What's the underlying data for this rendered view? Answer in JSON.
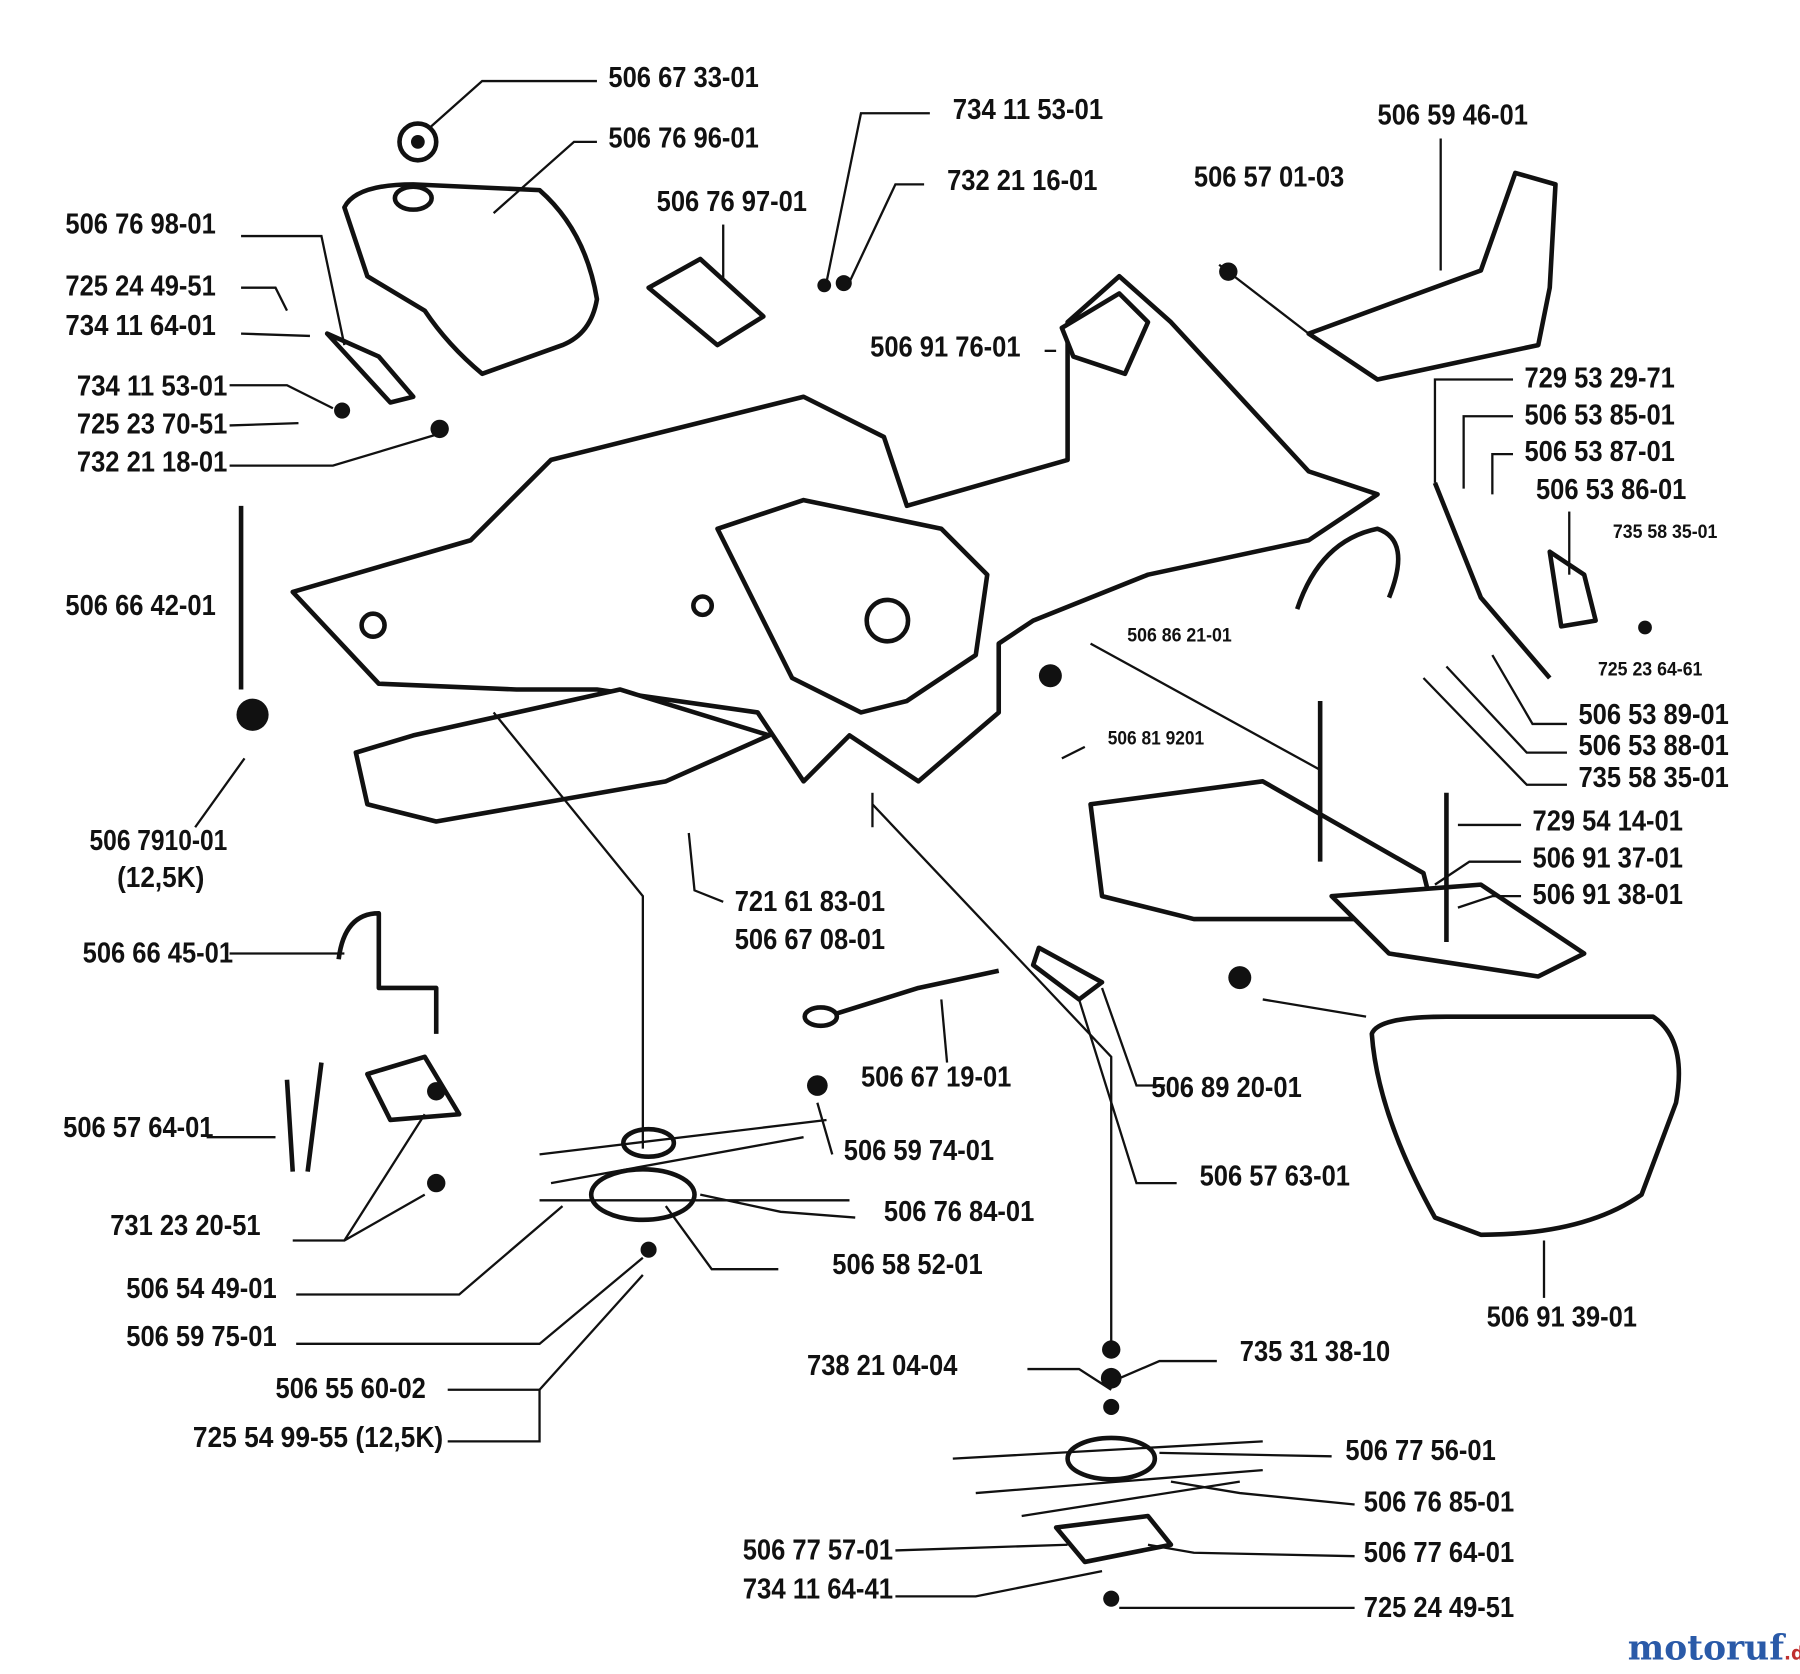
{
  "diagram": {
    "labels": [
      {
        "id": "l01",
        "text": "506 67 33-01"
      },
      {
        "id": "l02",
        "text": "506 76 96-01"
      },
      {
        "id": "l03",
        "text": "734 11 53-01"
      },
      {
        "id": "l04",
        "text": "732 21 16-01"
      },
      {
        "id": "l05",
        "text": "506 76 97-01"
      },
      {
        "id": "l06",
        "text": "506 57 01-03"
      },
      {
        "id": "l07",
        "text": "506 59 46-01"
      },
      {
        "id": "l08",
        "text": "506 76 98-01"
      },
      {
        "id": "l09",
        "text": "725 24 49-51"
      },
      {
        "id": "l10",
        "text": "734 11 64-01"
      },
      {
        "id": "l11",
        "text": "734 11 53-01"
      },
      {
        "id": "l12",
        "text": "725 23 70-51"
      },
      {
        "id": "l13",
        "text": "732 21 18-01"
      },
      {
        "id": "l14",
        "text": "506 91 76-01"
      },
      {
        "id": "l15",
        "text": "729 53 29-71"
      },
      {
        "id": "l16",
        "text": "506 53 85-01"
      },
      {
        "id": "l17",
        "text": "506 53 87-01"
      },
      {
        "id": "l18",
        "text": "506 53 86-01"
      },
      {
        "id": "l19",
        "text": "735 58 35-01"
      },
      {
        "id": "l20",
        "text": "725 23 64-61"
      },
      {
        "id": "l21",
        "text": "506 86 21-01"
      },
      {
        "id": "l22",
        "text": "506 81 9201"
      },
      {
        "id": "l23",
        "text": "506 66 42-01"
      },
      {
        "id": "l24",
        "text": "506 53 89-01"
      },
      {
        "id": "l25",
        "text": "506 53 88-01"
      },
      {
        "id": "l26",
        "text": "735 58 35-01"
      },
      {
        "id": "l27",
        "text": "729 54 14-01"
      },
      {
        "id": "l28",
        "text": "506 91 37-01"
      },
      {
        "id": "l29",
        "text": "506 91 38-01"
      },
      {
        "id": "l30",
        "text": "506 7910-01"
      },
      {
        "id": "l31",
        "text": "(12,5K)"
      },
      {
        "id": "l32",
        "text": "721 61 83-01"
      },
      {
        "id": "l33",
        "text": "506 67 08-01"
      },
      {
        "id": "l34",
        "text": "506 66 45-01"
      },
      {
        "id": "l35",
        "text": "506 67 19-01"
      },
      {
        "id": "l36",
        "text": "506 89 20-01"
      },
      {
        "id": "l37",
        "text": "506 57 64-01"
      },
      {
        "id": "l38",
        "text": "506 59 74-01"
      },
      {
        "id": "l39",
        "text": "506 57 63-01"
      },
      {
        "id": "l40",
        "text": "506 76 84-01"
      },
      {
        "id": "l41",
        "text": "731 23 20-51"
      },
      {
        "id": "l42",
        "text": "506 58 52-01"
      },
      {
        "id": "l43",
        "text": "506 54 49-01"
      },
      {
        "id": "l44",
        "text": "506 91 39-01"
      },
      {
        "id": "l45",
        "text": "506 59 75-01"
      },
      {
        "id": "l46",
        "text": "738 21 04-04"
      },
      {
        "id": "l47",
        "text": "735 31 38-10"
      },
      {
        "id": "l48",
        "text": "506 55 60-02"
      },
      {
        "id": "l49",
        "text": "725 54 99-55 (12,5K)"
      },
      {
        "id": "l50",
        "text": "506 77 56-01"
      },
      {
        "id": "l51",
        "text": "506 76 85-01"
      },
      {
        "id": "l52",
        "text": "506 77 57-01"
      },
      {
        "id": "l53",
        "text": "506 77 64-01"
      },
      {
        "id": "l54",
        "text": "734 11 64-41"
      },
      {
        "id": "l55",
        "text": "725 24 49-51"
      }
    ]
  },
  "watermark": {
    "text": "motoruf",
    "suffix": ".de",
    "colors": {
      "m1": "#2a5aa8",
      "m2": "#c03030"
    }
  }
}
